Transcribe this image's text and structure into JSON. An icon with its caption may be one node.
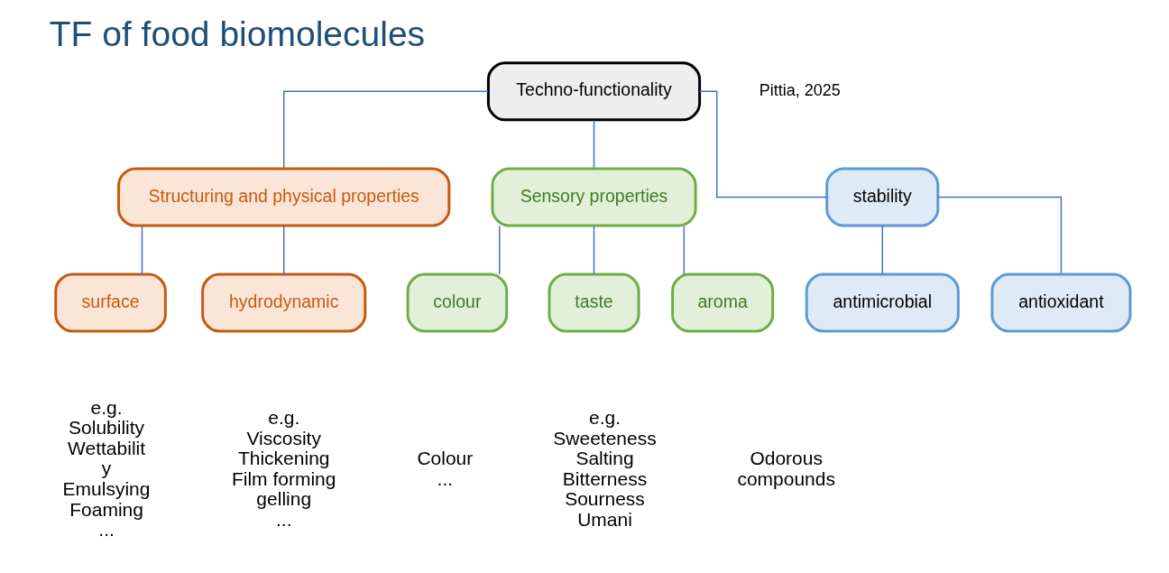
{
  "diagram": {
    "title": "TF of food biomolecules",
    "nodes": [
      {
        "text": [
          "Techno-functionality"
        ]
      },
      {
        "text": [
          "Structuring and physical properties"
        ]
      },
      {
        "text": [
          "Sensory properties"
        ]
      },
      {
        "text": [
          "stability"
        ]
      },
      {
        "text": [
          "surface"
        ],
        "beside": [
          "e.g.",
          "Solubility",
          "Wettabilit",
          "y",
          "Emulsying",
          "Foaming",
          "..."
        ]
      },
      {
        "text": [
          "hydrodynamic"
        ],
        "beside": [
          "e.g.",
          "Viscosity",
          "Thickening",
          "Film forming",
          "gelling",
          "..."
        ]
      },
      {
        "text": [
          "colour"
        ],
        "beside": [
          "Colour",
          "..."
        ]
      },
      {
        "text": [
          "taste"
        ],
        "beside": [
          "e.g.",
          "Sweeteness",
          "Salting",
          "Bitterness",
          "Sourness",
          "Umani"
        ]
      },
      {
        "text": [
          "aroma"
        ],
        "beside": [
          "Odorous",
          "compounds"
        ]
      },
      {
        "text": [
          "antimicrobial"
        ]
      },
      {
        "text": [
          "antioxidant"
        ]
      }
    ],
    "edges": [
      {
        "from": 0,
        "to": 1,
        "arrow": "none"
      },
      {
        "from": 0,
        "to": 2,
        "arrow": "none"
      },
      {
        "from": 0,
        "to": 3,
        "arrow": "none"
      },
      {
        "from": 1,
        "to": 4,
        "arrow": "none"
      },
      {
        "from": 1,
        "to": 5,
        "arrow": "none"
      },
      {
        "from": 2,
        "to": 6,
        "arrow": "none"
      },
      {
        "from": 2,
        "to": 7,
        "arrow": "none"
      },
      {
        "from": 2,
        "to": 8,
        "arrow": "none"
      },
      {
        "from": 3,
        "to": 9,
        "arrow": "none"
      },
      {
        "from": 3,
        "to": 10,
        "arrow": "none"
      }
    ],
    "labels": [
      "Pittia, 2025"
    ]
  }
}
